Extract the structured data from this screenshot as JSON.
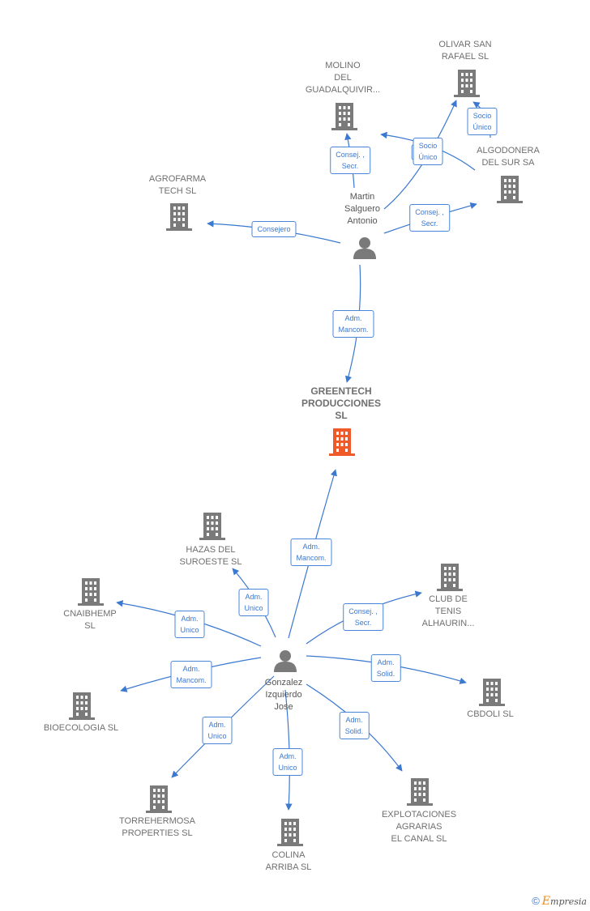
{
  "colors": {
    "edge": "#3b78d0",
    "building": "#7a7a7a",
    "main_building": "#f05a28",
    "person": "#7a7a7a"
  },
  "people": {
    "martin": {
      "name": "Martin\nSalguero\nAntonio"
    },
    "gonzalez": {
      "name": "Gonzalez\nIzquierdo\nJose"
    }
  },
  "companies": {
    "olivar": "OLIVAR SAN\nRAFAEL  SL",
    "molino": "MOLINO\nDEL\nGUADALQUIVIR...",
    "algodonera": "ALGODONERA\nDEL SUR SA",
    "agrofarma": "AGROFARMA\nTECH  SL",
    "greentech": "GREENTECH\nPRODUCCIONES\nSL",
    "hazas": "HAZAS DEL\nSUROESTE SL",
    "cnaibhemp": "CNAIBHEMP\nSL",
    "club": "CLUB DE\nTENIS\nALHAURIN...",
    "bioecologia": "BIOECOLOGIA SL",
    "cbdoli": "CBDOLI  SL",
    "torrehermosa": "TORREHERMOSA\nPROPERTIES SL",
    "colina": "COLINA\nARRIBA SL",
    "explotaciones": "EXPLOTACIONES\nAGRARIAS\nEL CANAL SL"
  },
  "edge_labels": {
    "molino_consej": "Consej. ,\nSecr.",
    "olivar_socio": "Socio\nÚnico",
    "olivar_hidden": "C",
    "algodonera_socio": "Socio\nÚnico",
    "algodonera_consej": "Consej. ,\nSecr.",
    "agrofarma": "Consejero",
    "greentech_martin": "Adm.\nMancom.",
    "greentech_gonzalez": "Adm.\nMancom.",
    "hazas": "Adm.\nUnico",
    "cnaibhemp": "Adm.\nUnico",
    "club": "Consej. ,\nSecr.",
    "bioecologia": "Adm.\nMancom.",
    "cbdoli": "Adm.\nSolid.",
    "torrehermosa": "Adm.\nUnico",
    "colina": "Adm.\nUnico",
    "explotaciones": "Adm.\nSolid."
  },
  "footer": {
    "copyright": "©",
    "brand_e": "E",
    "brand_rest": "mpresia"
  }
}
